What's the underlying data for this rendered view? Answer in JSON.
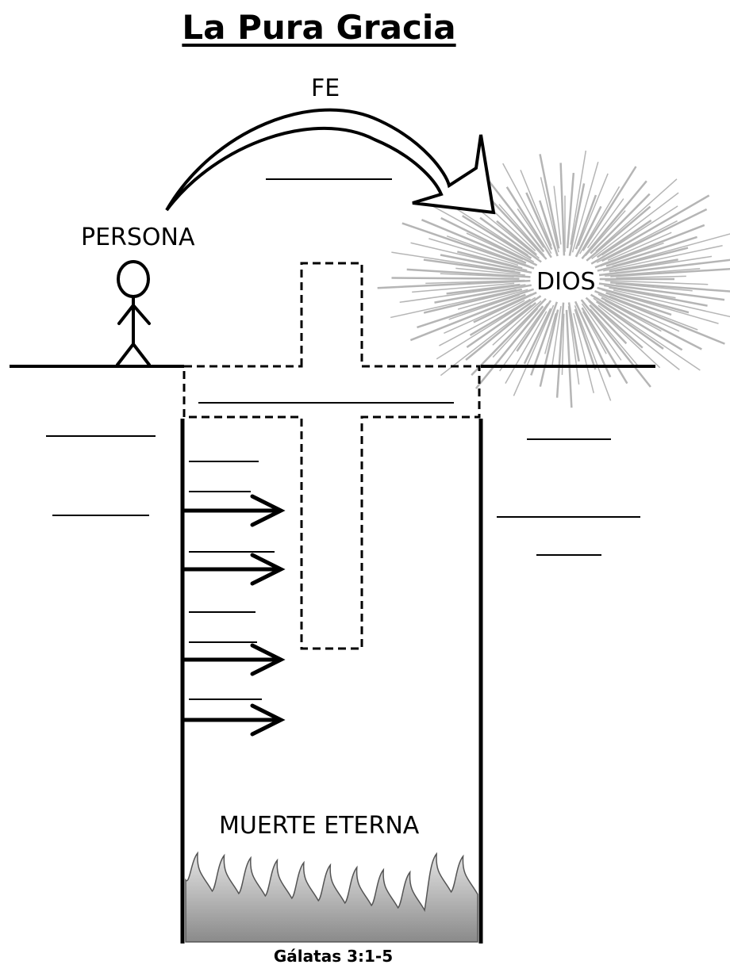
{
  "title": "La Pura Gracia",
  "labels": {
    "faith": "FE",
    "person": "PERSONA",
    "god": "DIOS",
    "death": "MUERTE ETERNA"
  },
  "reference": "Gálatas 3:1-5",
  "colors": {
    "ink": "#000000",
    "rays": "#b5b5b5",
    "flame_light": "#e3e3e3",
    "flame_dark": "#8a8a8a"
  },
  "icons": [
    "stick-figure-icon",
    "curved-arrow-icon",
    "burst-icon",
    "cross-outline-icon",
    "fire-icon"
  ]
}
